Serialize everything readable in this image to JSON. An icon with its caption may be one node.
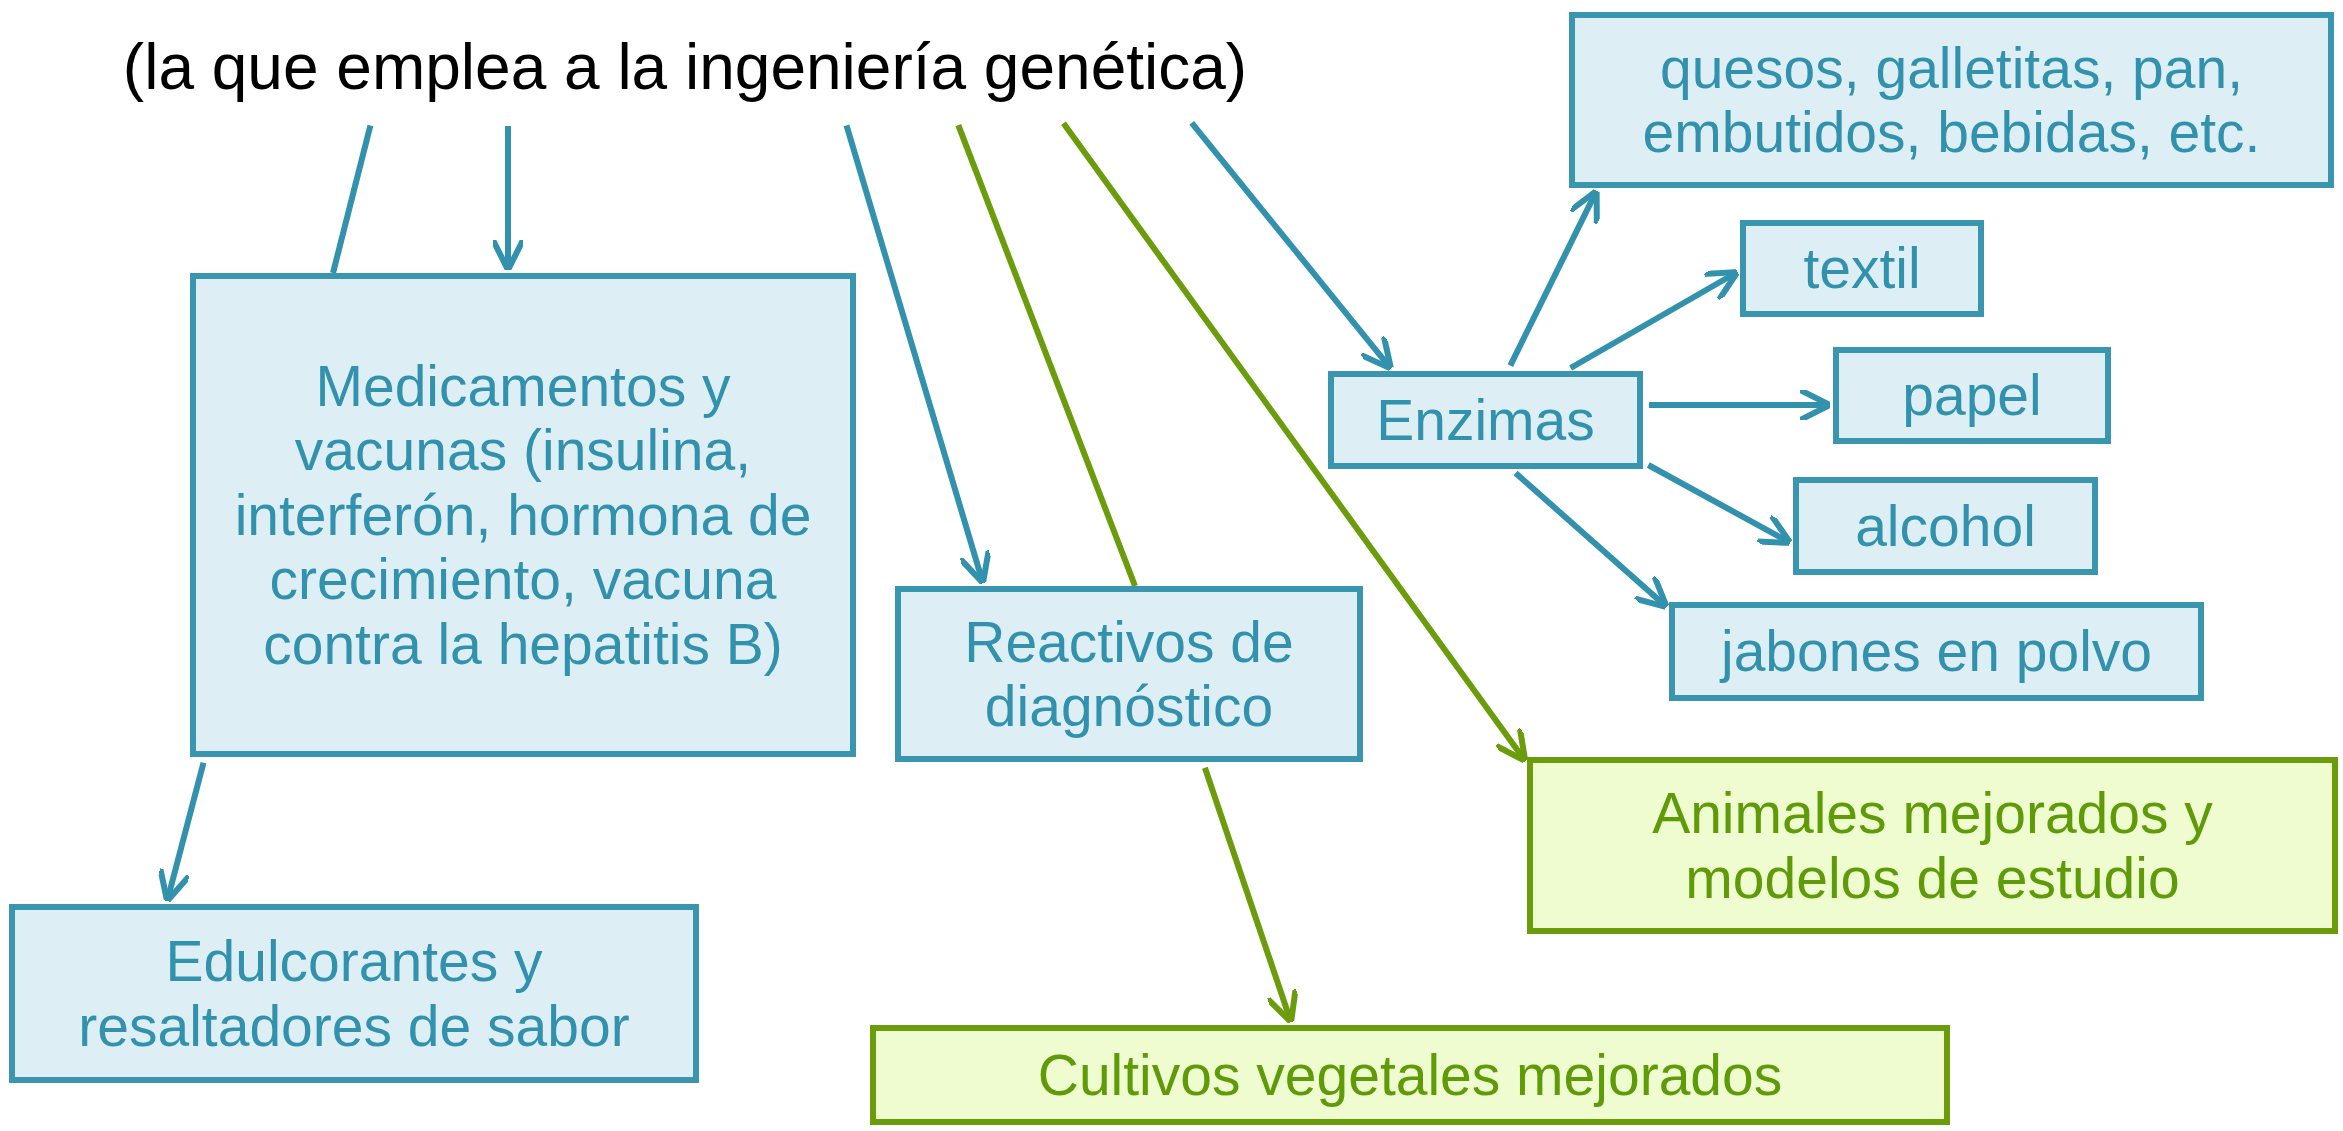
{
  "diagram": {
    "nodes": [
      {
        "text": [
          "(la que emplea a la ingeniería genética)"
        ]
      },
      {
        "text": [
          "Medicamentos y vacunas (insulina, interferón, hormona de crecimiento, vacuna contra la hepatitis B)"
        ]
      },
      {
        "text": [
          "Edulcorantes y resaltadores de sabor"
        ]
      },
      {
        "text": [
          "Reactivos de diagnóstico"
        ]
      },
      {
        "text": [
          "Cultivos vegetales mejorados"
        ]
      },
      {
        "text": [
          "Enzimas"
        ]
      },
      {
        "text": [
          "quesos, galletitas, pan, embutidos, bebidas, etc."
        ]
      },
      {
        "text": [
          "textil"
        ]
      },
      {
        "text": [
          "papel"
        ]
      },
      {
        "text": [
          "alcohol"
        ]
      },
      {
        "text": [
          "jabones en polvo"
        ]
      },
      {
        "text": [
          "Animales mejorados y modelos de estudio"
        ]
      }
    ],
    "edges": [
      {
        "from": 0,
        "to": 1,
        "arrow": "none"
      },
      {
        "from": 1,
        "to": 2,
        "arrow": "to"
      },
      {
        "from": 0,
        "to": 1,
        "arrow": "to"
      },
      {
        "from": 0,
        "to": 3,
        "arrow": "to"
      },
      {
        "from": 0,
        "to": 3,
        "arrow": "none",
        "color": "#6a9c0c"
      },
      {
        "from": 3,
        "to": 4,
        "arrow": "to",
        "color": "#6a9c0c"
      },
      {
        "from": 0,
        "to": 11,
        "arrow": "to",
        "color": "#6a9c0c"
      },
      {
        "from": 0,
        "to": 5,
        "arrow": "to"
      },
      {
        "from": 5,
        "to": 6,
        "arrow": "to"
      },
      {
        "from": 5,
        "to": 7,
        "arrow": "to"
      },
      {
        "from": 5,
        "to": 8,
        "arrow": "to"
      },
      {
        "from": 5,
        "to": 9,
        "arrow": "to"
      },
      {
        "from": 5,
        "to": 10,
        "arrow": "to"
      }
    ]
  }
}
